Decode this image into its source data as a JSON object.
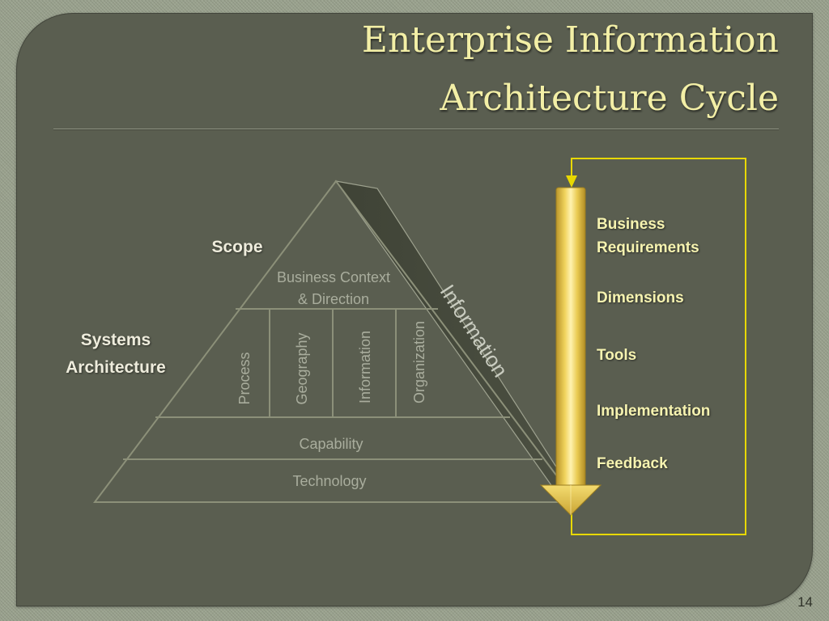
{
  "slide": {
    "title_line1": "Enterprise Information",
    "title_line2": "Architecture Cycle",
    "page_number": "14"
  },
  "pyramid": {
    "scope_label": "Scope",
    "systems_label_line1": "Systems",
    "systems_label_line2": "Architecture",
    "business_context_line1": "Business Context",
    "business_context_line2": "& Direction",
    "columns": [
      "Process",
      "Geography",
      "Information",
      "Organization"
    ],
    "capability": "Capability",
    "technology": "Technology",
    "information_band": "Information"
  },
  "cycle": {
    "steps": [
      {
        "line1": "Business",
        "line2": "Requirements"
      },
      {
        "line1": "Dimensions"
      },
      {
        "line1": "Tools"
      },
      {
        "line1": "Implementation"
      },
      {
        "line1": "Feedback"
      }
    ]
  },
  "colors": {
    "panel": "#5a5e50",
    "title_yellow": "#f3efa6",
    "arrow_gold": "#e6c64a",
    "frame_yellow": "#e8d800",
    "pyramid_line": "#8c9079"
  }
}
